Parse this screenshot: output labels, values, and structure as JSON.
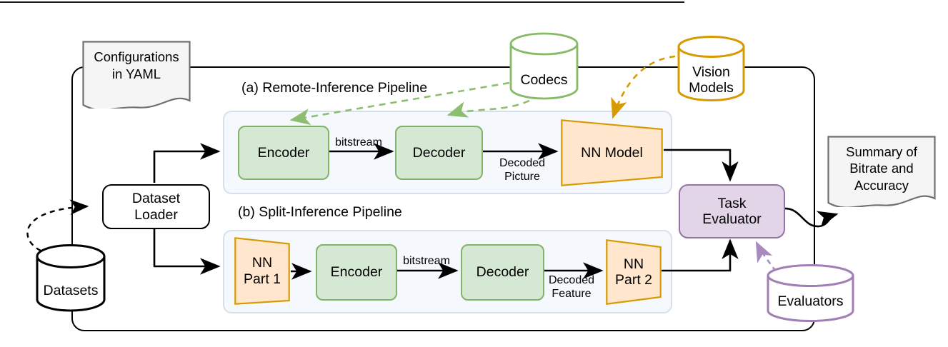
{
  "colors": {
    "green_fill": "#d5e8d4",
    "green_stroke": "#82b366",
    "green_dash": "#8dbd6f",
    "codecs_stroke": "#87ba67",
    "orange_fill": "#ffe6cc",
    "orange_stroke": "#d79b00",
    "purple_fill": "#e1d5e7",
    "purple_stroke": "#9673a6",
    "purple_light": "#a17fb5",
    "purple_dash": "#a78bbf",
    "doc_fill": "#f5f5f5",
    "doc_stroke": "#707070",
    "panel_fill": "#f5f8fd",
    "panel_stroke": "#d7dfef",
    "line_black": "#000000"
  },
  "nodes": {
    "config_doc": "Configurations\nin YAML",
    "codecs": "Codecs",
    "vision_models": "Vision\nModels",
    "datasets": "Datasets",
    "evaluators": "Evaluators",
    "dataset_loader": "Dataset\nLoader",
    "task_evaluator": "Task\nEvaluator",
    "summary_doc": "Summary of\nBitrate and\nAccuracy"
  },
  "pipeline_a": {
    "title": "(a) Remote-Inference Pipeline",
    "encoder": "Encoder",
    "decoder": "Decoder",
    "nn_model": "NN Model",
    "bitstream": "bitstream",
    "decoded": "Decoded\nPicture"
  },
  "pipeline_b": {
    "title": "(b) Split-Inference Pipeline",
    "nn_part1": "NN\nPart 1",
    "encoder": "Encoder",
    "decoder": "Decoder",
    "nn_part2": "NN\nPart 2",
    "bitstream": "bitstream",
    "decoded": "Decoded\nFeature"
  }
}
